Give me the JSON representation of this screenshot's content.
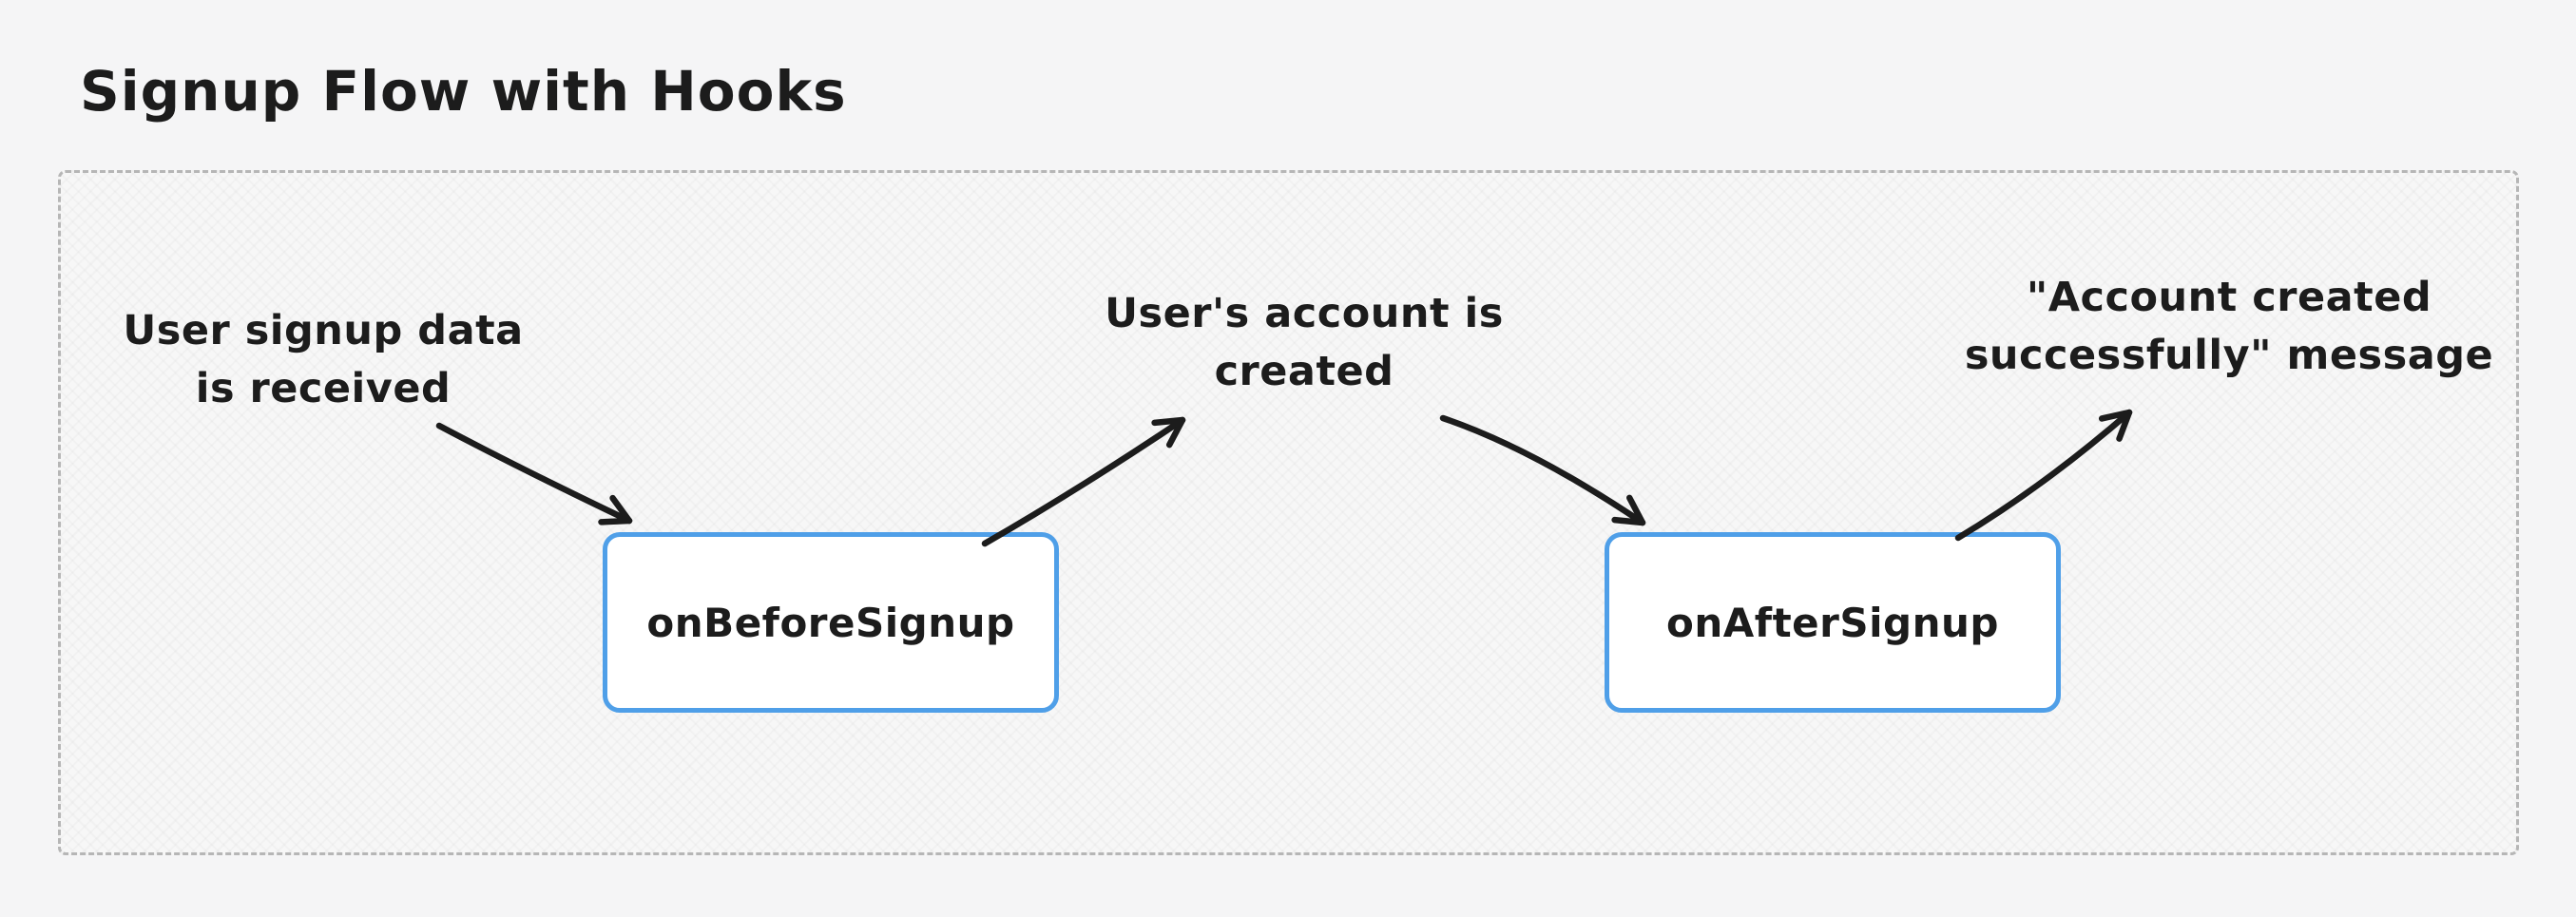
{
  "page": {
    "title": "Signup Flow with Hooks"
  },
  "flow": {
    "annotations": [
      {
        "id": "signup-data",
        "text": "User signup data\nis received"
      },
      {
        "id": "account-created",
        "text": "User's account is\ncreated"
      },
      {
        "id": "success-message",
        "text": "\"Account created\nsuccessfully\" message"
      }
    ],
    "hooks": [
      {
        "id": "before-signup",
        "label": "onBeforeSignup"
      },
      {
        "id": "after-signup",
        "label": "onAfterSignup"
      }
    ],
    "colors": {
      "background": "#f5f5f6",
      "text": "#1c1c1c",
      "hook_border": "#4f9fe8",
      "arrow": "#1c1c1c",
      "frame_border": "#b6b6b6"
    }
  }
}
